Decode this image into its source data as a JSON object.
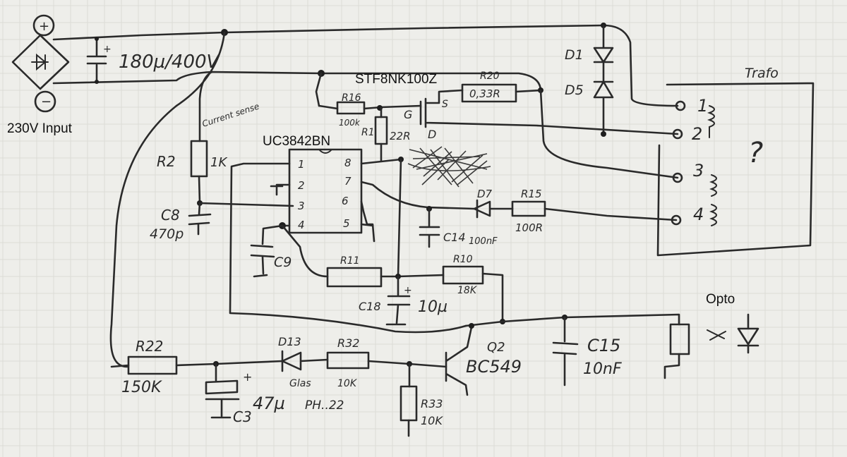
{
  "labels": {
    "input_voltage": "230V Input",
    "plus_sign": "+",
    "minus_sign": "−",
    "bulk_cap": "180µ/400V",
    "mosfet": "STF8NK100Z",
    "controller": "UC3842BN",
    "trafo": "Trafo",
    "opto": "Opto",
    "current_sense": "Current sense",
    "question_mark": "?"
  },
  "components": {
    "r2": {
      "name": "R2",
      "value": "1K"
    },
    "c8": {
      "name": "C8",
      "value": "470p"
    },
    "r16": {
      "name": "R16",
      "value": "100k"
    },
    "r1": {
      "name": "R1",
      "value": "22R"
    },
    "r20": {
      "name": "R20",
      "value": "0,33R"
    },
    "d1": {
      "name": "D1"
    },
    "d5": {
      "name": "D5"
    },
    "d7": {
      "name": "D7"
    },
    "r15": {
      "name": "R15",
      "value": "100R"
    },
    "c14": {
      "name": "C14",
      "value": "100nF"
    },
    "c9": {
      "name": "C9"
    },
    "r11": {
      "name": "R11"
    },
    "r10": {
      "name": "R10",
      "value": "18K"
    },
    "c18": {
      "name": "C18",
      "value": "10µ"
    },
    "r22": {
      "name": "R22",
      "value": "150K"
    },
    "d13": {
      "name": "D13",
      "note": "Glas"
    },
    "r32": {
      "name": "R32",
      "value": "10K"
    },
    "c3": {
      "name": "C3",
      "value": "47µ",
      "note": "PH..22"
    },
    "r33": {
      "name": "R33",
      "value": "10K"
    },
    "q2": {
      "name": "Q2",
      "value": "BC549"
    },
    "c15": {
      "name": "C15",
      "value": "10nF"
    }
  },
  "mosfet_pins": {
    "gate": "G",
    "drain": "D",
    "source": "S"
  },
  "ic_pins": [
    "1",
    "2",
    "3",
    "4",
    "5",
    "6",
    "7",
    "8"
  ],
  "trafo_pins": [
    "1",
    "2",
    "3",
    "4"
  ]
}
